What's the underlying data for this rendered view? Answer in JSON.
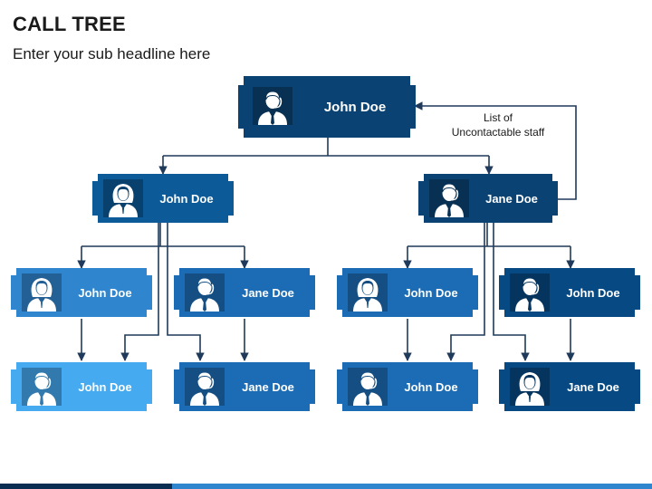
{
  "title": "CALL TREE",
  "subtitle": "Enter your sub headline here",
  "note": {
    "line1": "List of",
    "line2": "Uncontactable staff"
  },
  "colors": {
    "level0": "#0a4373",
    "level1": "#0d5a99",
    "line": "#1f3a5a",
    "cards": {
      "lblue": "#2f86cf",
      "sky": "#45aaf0",
      "mid": "#1c6cb5",
      "dark": "#074a83"
    }
  },
  "nodes": {
    "root": {
      "name": "John Doe",
      "icon": "male-headset-icon"
    },
    "left_manager": {
      "name": "John Doe",
      "icon": "female-headset-icon"
    },
    "right_manager": {
      "name": "Jane Doe",
      "icon": "male-headset-icon"
    },
    "l1": {
      "name": "John Doe",
      "icon": "female-headset-icon"
    },
    "l2": {
      "name": "Jane Doe",
      "icon": "male-headset-icon"
    },
    "r1": {
      "name": "John Doe",
      "icon": "female-headset-icon"
    },
    "r2": {
      "name": "John Doe",
      "icon": "male-headset-icon"
    },
    "l1c": {
      "name": "John Doe",
      "icon": "male-headset-icon"
    },
    "l2c": {
      "name": "Jane Doe",
      "icon": "male-headset-icon"
    },
    "r1c": {
      "name": "John Doe",
      "icon": "male-headset-icon"
    },
    "r2c": {
      "name": "Jane Doe",
      "icon": "female-headset-icon"
    }
  }
}
